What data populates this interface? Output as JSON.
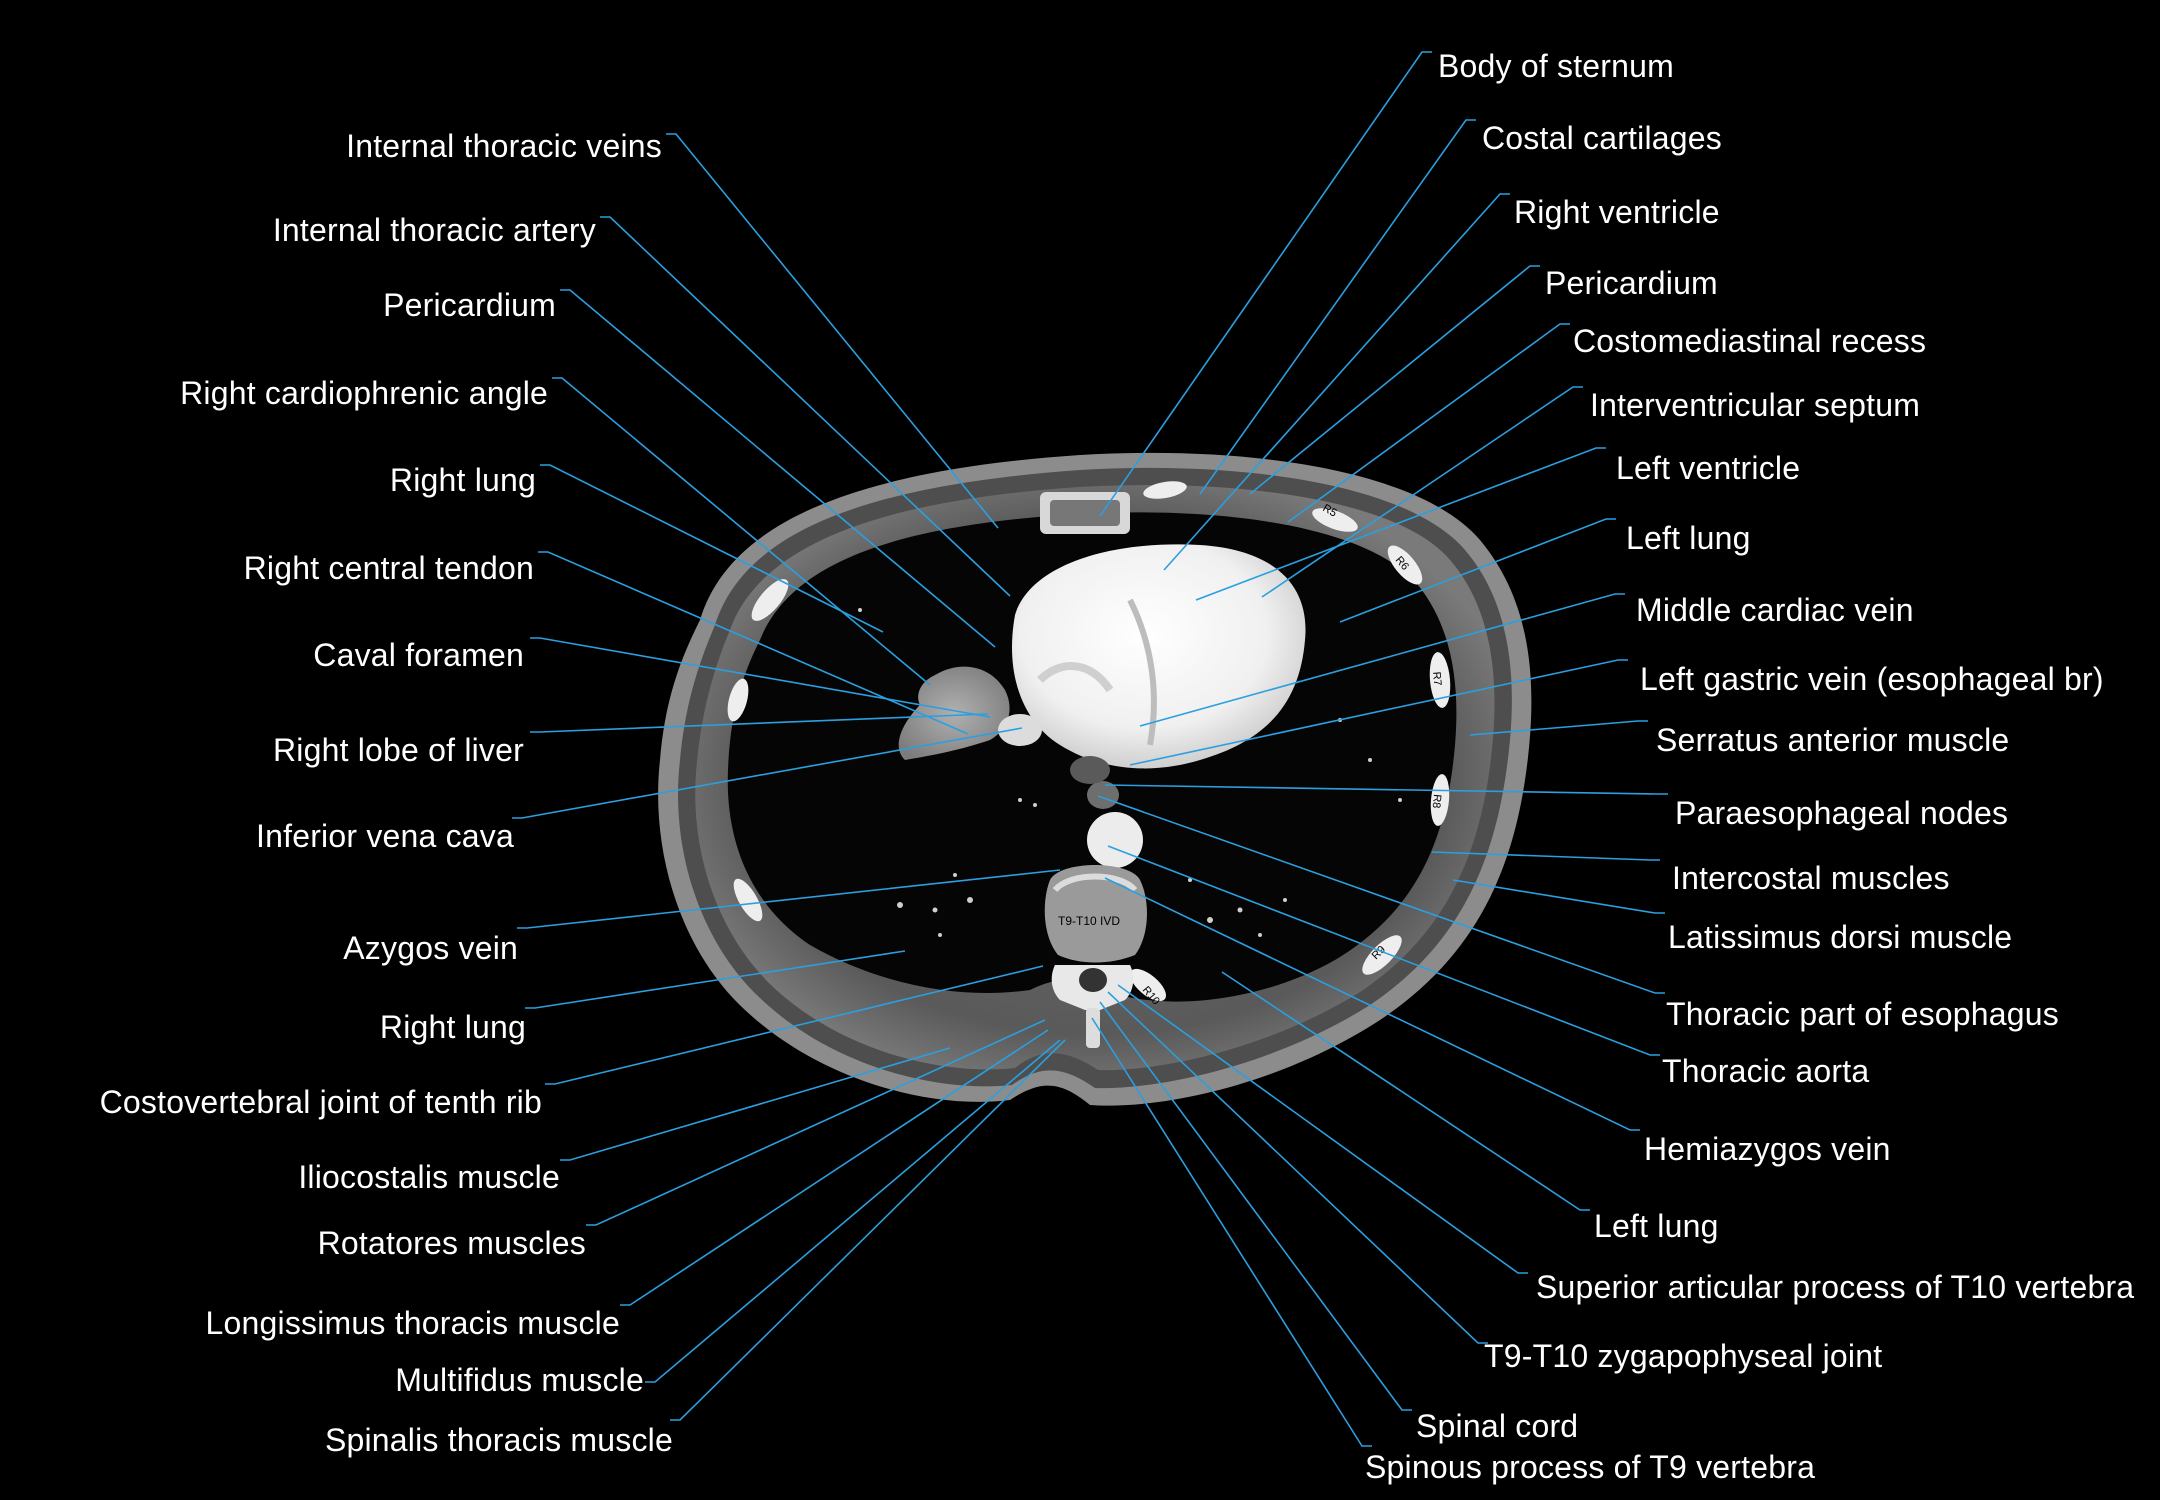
{
  "colors": {
    "background": "#000000",
    "leader": "#2b9fe0",
    "text": "#ffffff"
  },
  "scan": {
    "vertebra_label": "T9-T10 IVD",
    "rib_labels": [
      "R5",
      "R6",
      "R7",
      "R8",
      "R9",
      "R10"
    ]
  },
  "labels_left": [
    "Internal thoracic veins",
    "Internal thoracic artery",
    "Pericardium",
    "Right cardiophrenic angle",
    "Right lung",
    "Right central tendon",
    "Caval foramen",
    "Right lobe of liver",
    "Inferior vena cava",
    "Azygos vein",
    "Right lung",
    "Costovertebral joint of tenth rib",
    "Iliocostalis muscle",
    "Rotatores muscles",
    "Longissimus thoracis muscle",
    "Multifidus muscle",
    "Spinalis thoracis muscle"
  ],
  "labels_right": [
    "Body of sternum",
    "Costal cartilages",
    "Right ventricle",
    "Pericardium",
    "Costomediastinal recess",
    "Interventricular septum",
    "Left ventricle",
    "Left lung",
    "Middle cardiac vein",
    "Left gastric vein (esophageal br)",
    "Serratus anterior muscle",
    "Paraesophageal nodes",
    "Intercostal muscles",
    "Latissimus dorsi muscle",
    "Thoracic part of esophagus",
    "Thoracic aorta",
    "Hemiazygos vein",
    "Left lung",
    "Superior articular process of T10 vertebra",
    "T9-T10 zygapophyseal joint",
    "Spinal cord",
    "Spinous process of T9 vertebra"
  ]
}
